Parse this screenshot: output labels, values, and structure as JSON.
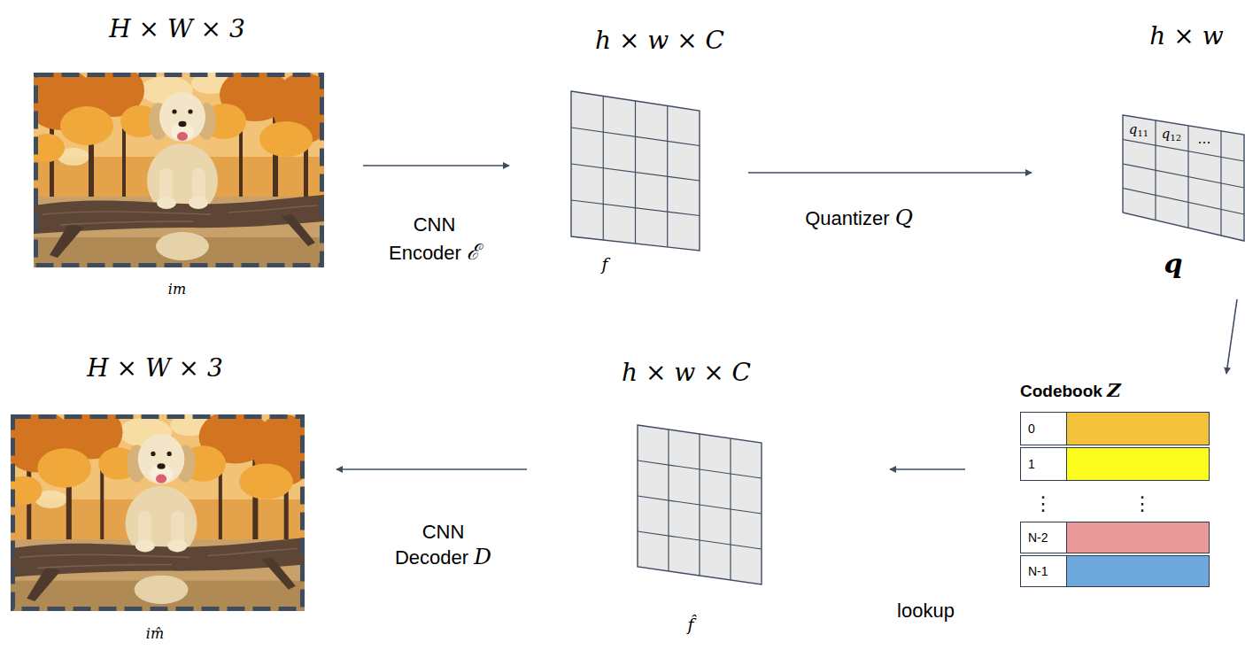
{
  "diagram": {
    "nodes": [
      {
        "text": [
          "H × W × 3",
          "im"
        ]
      },
      {
        "text": [
          "h × w × C",
          "f"
        ]
      },
      {
        "text": [
          "h × w",
          "q11",
          "q12",
          "…",
          "q"
        ]
      },
      {
        "text": [
          "Codebook Z"
        ]
      },
      {
        "text": [
          "0"
        ],
        "in": 3
      },
      {
        "text": [
          "1"
        ],
        "in": 3
      },
      {
        "text": [
          "N-2"
        ],
        "in": 3
      },
      {
        "text": [
          "N-1"
        ],
        "in": 3
      },
      {
        "text": [
          "h × w × C",
          "f̂"
        ]
      },
      {
        "text": [
          "H × W × 3",
          "im̂"
        ]
      }
    ],
    "edges": [
      {
        "from": 0,
        "to": 1,
        "arrow": "to",
        "label": "CNN Encoder ℰ"
      },
      {
        "from": 1,
        "to": 2,
        "arrow": "to",
        "label": "Quantizer Q"
      },
      {
        "from": 2,
        "to": 3,
        "arrow": "to"
      },
      {
        "from": 3,
        "to": 8,
        "arrow": "to",
        "label": "lookup"
      },
      {
        "from": 8,
        "to": 9,
        "arrow": "to",
        "label": "CNN Decoder D"
      }
    ],
    "labels": [
      "⋮",
      "⋮"
    ]
  }
}
